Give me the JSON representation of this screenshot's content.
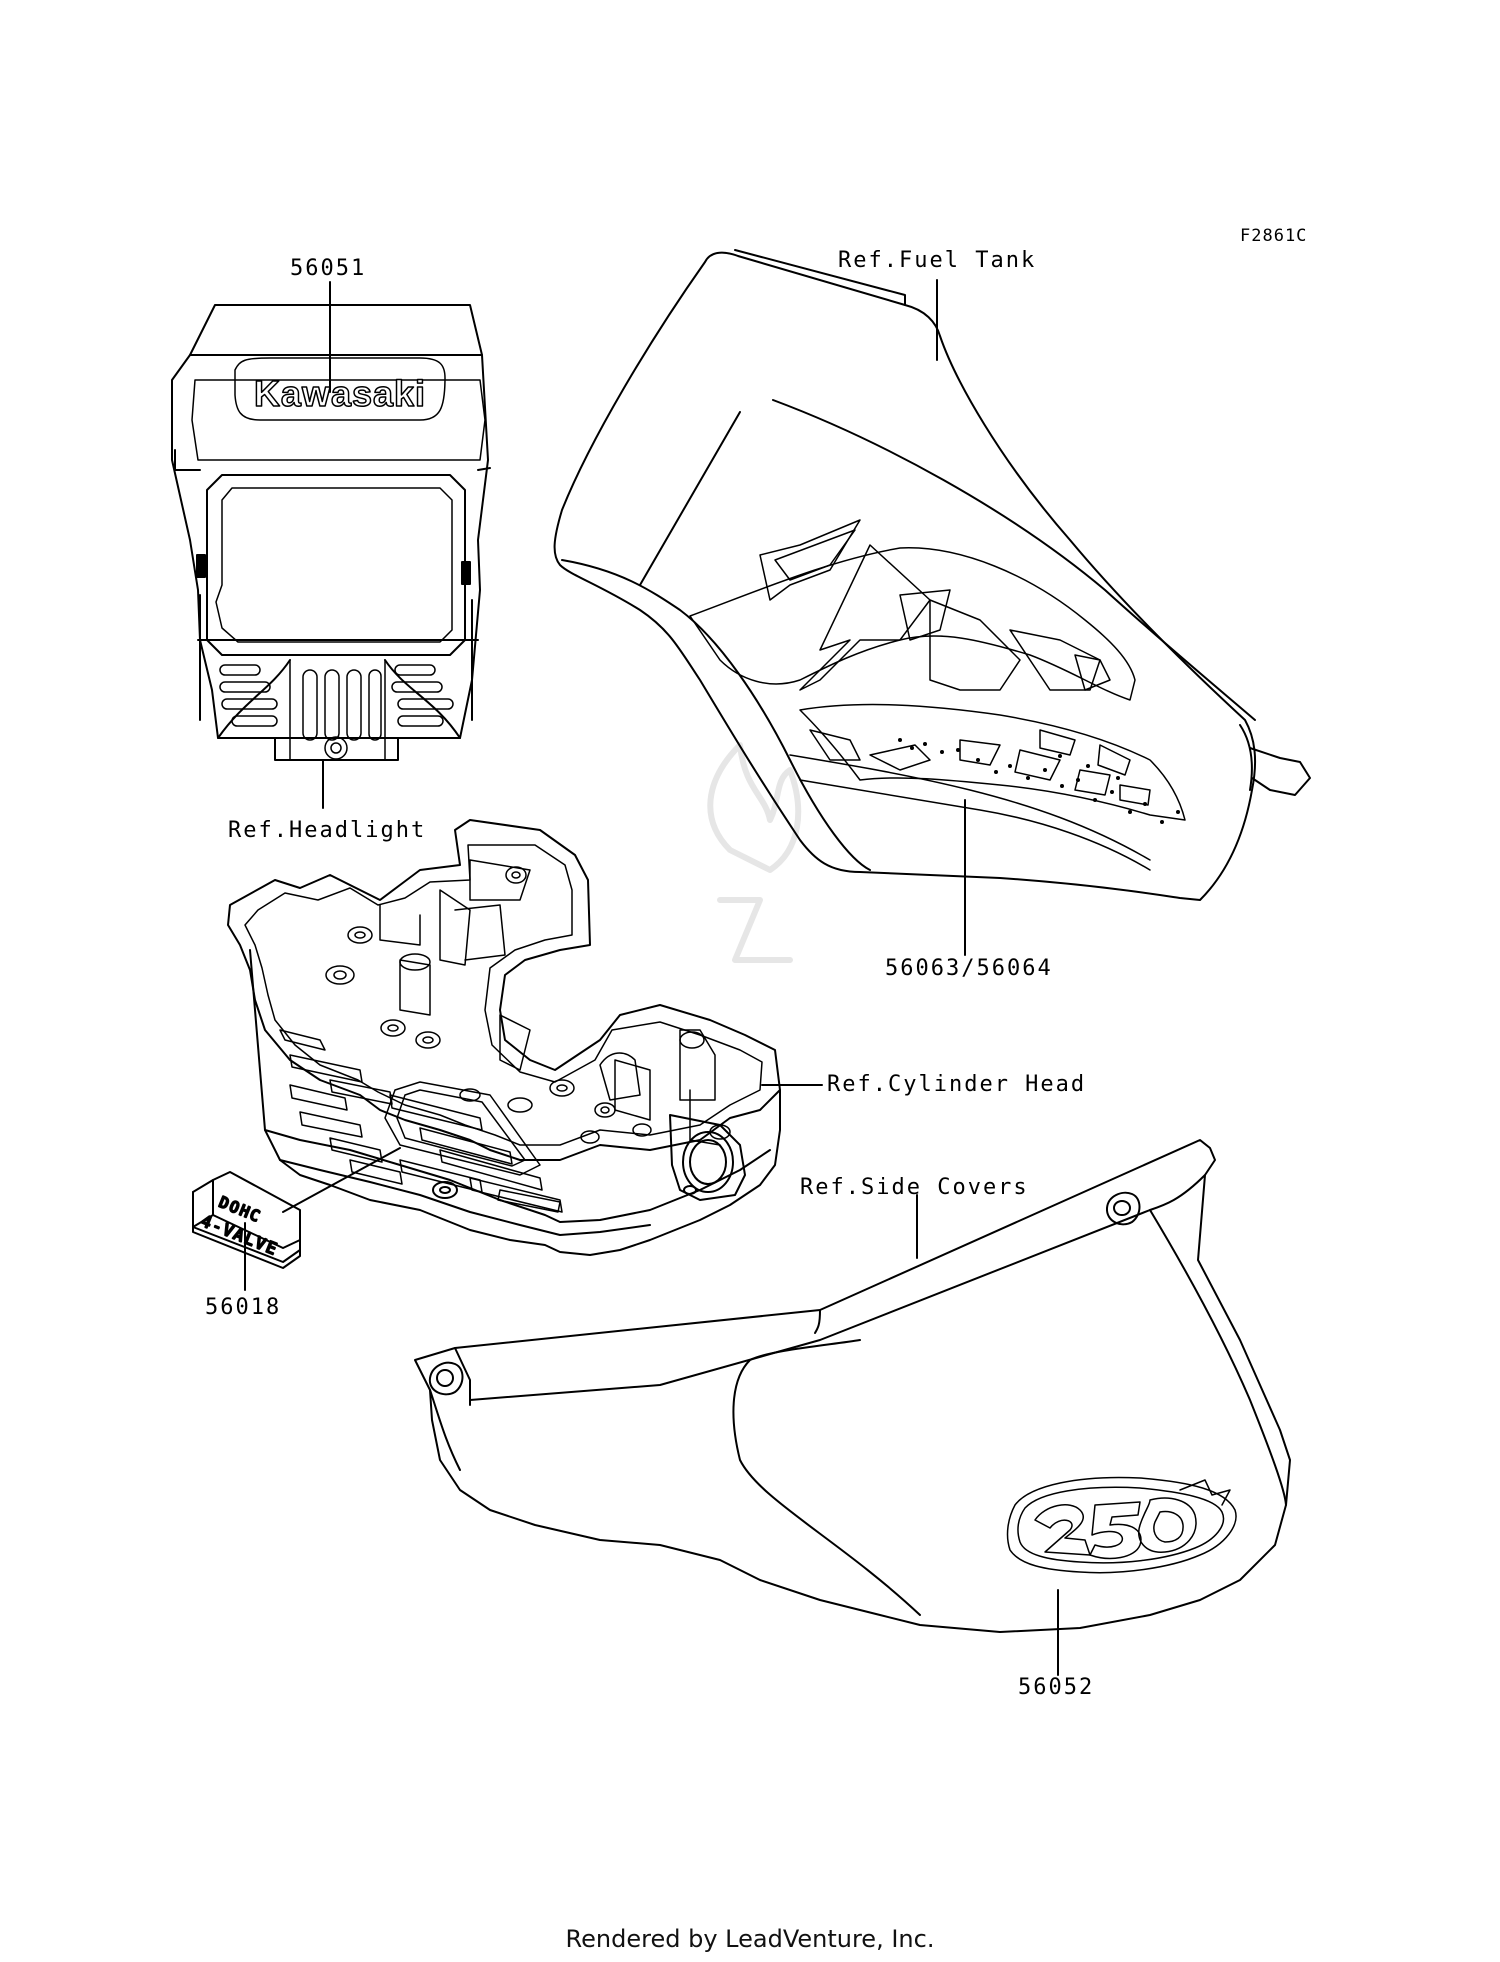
{
  "figure_code": "F2861C",
  "callouts": {
    "headlight_decal_part": "56051",
    "headlight_ref": "Ref.Headlight",
    "fuel_tank_ref": "Ref.Fuel Tank",
    "fuel_tank_decal_parts": "56063/56064",
    "cylinder_head_ref": "Ref.Cylinder Head",
    "cylinder_head_decal_part": "56018",
    "side_covers_ref": "Ref.Side Covers",
    "side_cover_decal_part": "56052"
  },
  "decal_text": {
    "headlight_logo": "Kawasaki",
    "engine_badge_line1": "DOHC",
    "engine_badge_line2": "4-VALVE"
  },
  "footer": "Rendered by LeadVenture, Inc."
}
